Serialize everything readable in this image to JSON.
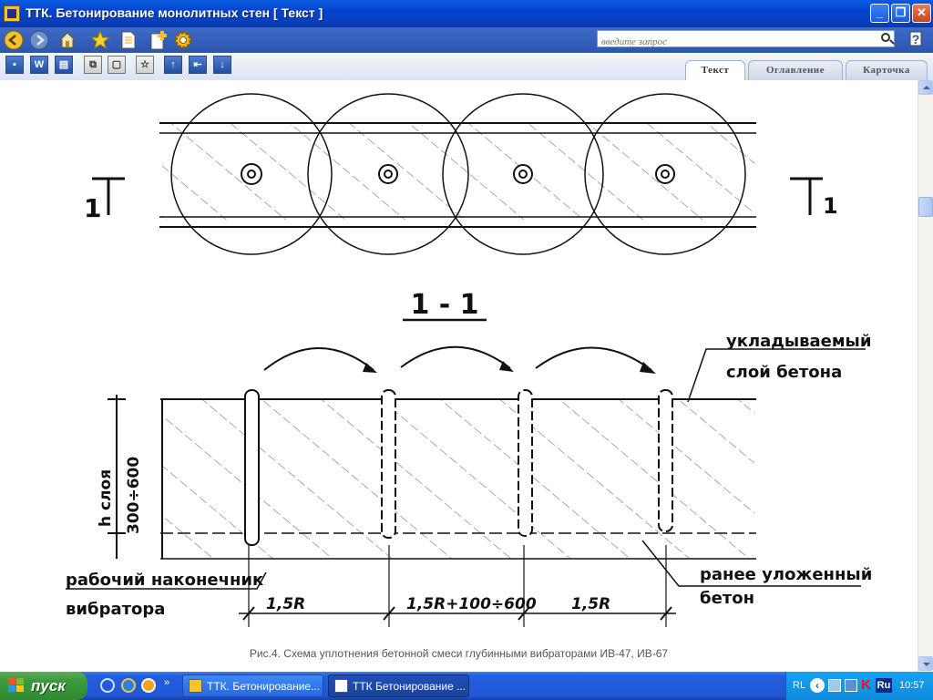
{
  "window": {
    "title": "ТТК. Бетонирование монолитных стен [ Текст ]",
    "minimize": "_",
    "maximize": "❐",
    "close": "✕"
  },
  "search": {
    "placeholder": "введите запрос"
  },
  "tabs": [
    {
      "label": "Текст",
      "active": true
    },
    {
      "label": "Оглавление",
      "active": false
    },
    {
      "label": "Карточка",
      "active": false
    }
  ],
  "drawing": {
    "plan_mark_left": "1",
    "plan_mark_right": "1",
    "section_title": "1 - 1",
    "label_top_layer_1": "укладываемый",
    "label_top_layer_2": "слой бетона",
    "label_bottom_layer_1": "ранее уложенный",
    "label_bottom_layer_2": "бетон",
    "label_tip_1": "рабочий наконечник",
    "label_tip_2": "вибратора",
    "dim_height_1": "h слоя",
    "dim_height_2": "300÷600",
    "dim_a": "1,5R",
    "dim_b": "1,5R+100÷600",
    "dim_c": "1,5R"
  },
  "caption": "Рис.4. Схема уплотнения бетонной смеси глубинными вибраторами ИВ-47, ИВ-67",
  "taskbar": {
    "start_label": "пуск",
    "tasks": [
      {
        "label": "ТТК. Бетонирование...",
        "active": false
      },
      {
        "label": "ТТК Бетонирование ...",
        "active": true
      }
    ],
    "tray": {
      "language": "RL",
      "keyboard": "Ru",
      "clock": "10:57"
    }
  },
  "colors": {
    "title_bar": "#0343CE",
    "taskbar": "#245EDB",
    "start_button": "#3C9C3C",
    "tray": "#0E8BDD",
    "caption_text": "#555555"
  }
}
